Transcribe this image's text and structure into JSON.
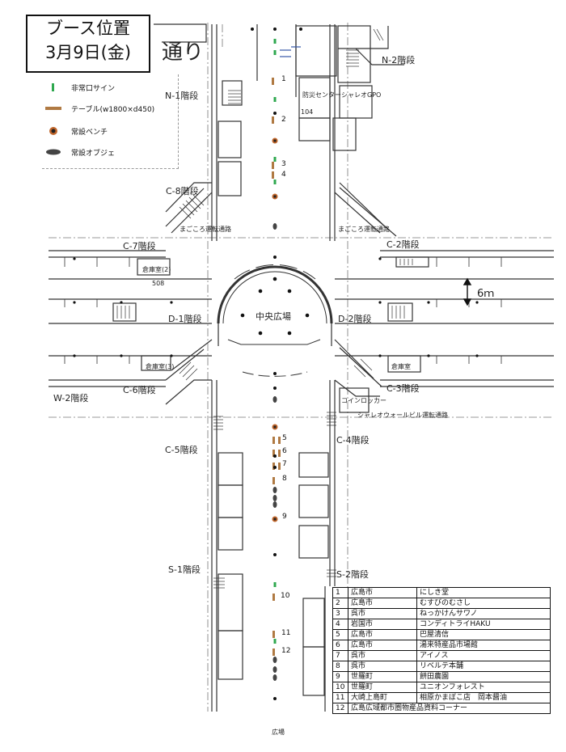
{
  "title": {
    "line1": "ブース位置",
    "line2": "3月9日(金)"
  },
  "street_label": "通り",
  "legend": [
    {
      "icon": "exit-sign-icon",
      "label": "非常口サイン",
      "color": "#2fa84f"
    },
    {
      "icon": "table-icon",
      "label": "テーブル(w1800×d450)",
      "color": "#b07a43"
    },
    {
      "icon": "bench-icon",
      "label": "常設ベンチ",
      "color": "#c0652a"
    },
    {
      "icon": "object-icon",
      "label": "常設オブジェ",
      "color": "#444444"
    }
  ],
  "stairs": {
    "n1": "N-1階段",
    "n2": "N-2階段",
    "c8": "C-8階段",
    "c7": "C-7階段",
    "c2": "C-2階段",
    "d1": "D-1階段",
    "d2": "D-2階段",
    "c6": "C-6階段",
    "c3": "C-3階段",
    "w2": "W-2階段",
    "c5": "C-5階段",
    "c4": "C-4階段",
    "s1": "S-1階段",
    "s2": "S-2階段"
  },
  "plaza": "中央広場",
  "width_label": "6ｍ",
  "facility_labels": {
    "info_center": "防災センター",
    "gpo": "シャレオGPO",
    "room104": "104",
    "room508": "508",
    "storage2": "倉庫室(2)",
    "storage3": "倉庫室(3)",
    "storage_right": "倉庫室",
    "locker": "コインロッカー",
    "equipment_left": "まごころ運転通路",
    "equipment_right": "まごころ運転通路",
    "shop_lane": "シャレオウォールビル運転通路",
    "bottom_plaza": "広場"
  },
  "booth_numbers": [
    "1",
    "2",
    "3",
    "4",
    "5",
    "6",
    "7",
    "8",
    "9",
    "10",
    "11",
    "12"
  ],
  "vendors": [
    {
      "no": "1",
      "city": "広島市",
      "name": "にしき堂"
    },
    {
      "no": "2",
      "city": "広島市",
      "name": "むすびのむさし"
    },
    {
      "no": "3",
      "city": "呉市",
      "name": "ねっかけんサワノ"
    },
    {
      "no": "4",
      "city": "岩国市",
      "name": "コンディトライHAKU"
    },
    {
      "no": "5",
      "city": "広島市",
      "name": "巴屋清信"
    },
    {
      "no": "6",
      "city": "広島市",
      "name": "湯来特産品市場館"
    },
    {
      "no": "7",
      "city": "呉市",
      "name": "アイノス"
    },
    {
      "no": "8",
      "city": "呉市",
      "name": "リベルテ本舗"
    },
    {
      "no": "9",
      "city": "世羅町",
      "name": "餅田農園"
    },
    {
      "no": "10",
      "city": "世羅町",
      "name": "ユニオンフォレスト"
    },
    {
      "no": "11",
      "city": "大崎上島町",
      "name": "相原かまぼこ店　岡本醤油"
    },
    {
      "no": "12",
      "city": "広島広域都市圏物産品資料コーナー",
      "name": ""
    }
  ]
}
